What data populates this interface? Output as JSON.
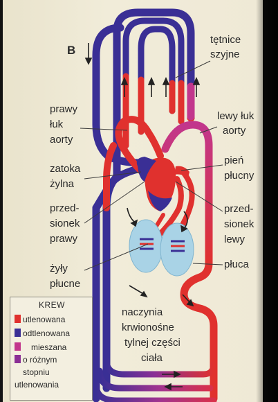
{
  "colors": {
    "oxygenated": "#e0312e",
    "deoxygenated": "#3a2f95",
    "mixed": "#c2368c",
    "lung": "#a9d3e6",
    "page_bg": "#efe9d6"
  },
  "labels": {
    "view_letter": "B",
    "carotid_1": "tętnice",
    "carotid_2": "szyjne",
    "right_arch_1": "prawy",
    "right_arch_2": "łuk",
    "right_arch_3": "aorty",
    "left_arch_1": "lewy łuk",
    "left_arch_2": "aorty",
    "sinus_1": "zatoka",
    "sinus_2": "żylna",
    "pulm_trunk_1": "pień",
    "pulm_trunk_2": "płucny",
    "right_atrium_1": "przed-",
    "right_atrium_2": "sionek",
    "right_atrium_3": "prawy",
    "left_atrium_1": "przed-",
    "left_atrium_2": "sionek",
    "left_atrium_3": "lewy",
    "pulm_veins_1": "żyły",
    "pulm_veins_2": "płucne",
    "lungs": "płuca",
    "vessels_1": "naczynia",
    "vessels_2": "krwionośne",
    "vessels_3": "tylnej części",
    "vessels_4": "ciała"
  },
  "legend": {
    "title": "KREW",
    "oxygenated": "utlenowana",
    "deoxygenated": "odtlenowana",
    "mixed_1": "mieszana",
    "mixed_2": "o różnym",
    "mixed_3": "stopniu",
    "mixed_4": "utlenowania"
  }
}
